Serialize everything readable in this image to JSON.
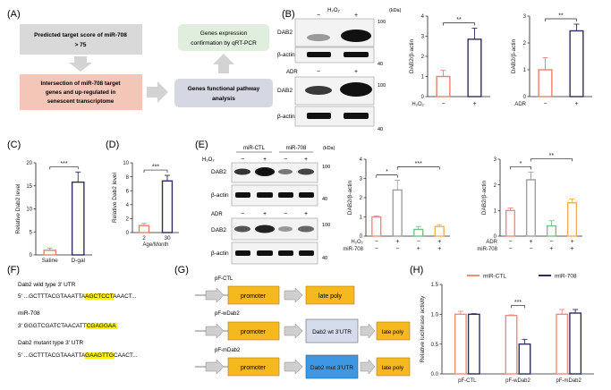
{
  "panel_labels": [
    "(A)",
    "(B)",
    "(C)",
    "(D)",
    "(E)",
    "(F)",
    "(G)",
    "(H)"
  ],
  "flow": {
    "box1": [
      "Predicted target score of miR-708",
      "> 75"
    ],
    "box2": [
      "Intersection of miR-708 target",
      "genes and up-regulated in",
      "senescent transcriptome"
    ],
    "box3": [
      "Genes functional pathway",
      "analysis"
    ],
    "box4": [
      "Genes expression",
      "confirmation by qRT-PCR"
    ]
  },
  "colors": {
    "control": "#e8826a",
    "treated": "#2e2e5e",
    "mir_ctl": "#f08d76",
    "mir708": "#2e2e5e",
    "box1": "#d9d9d9",
    "box2": "#f4c6b8",
    "box3": "#d5d8e2",
    "box4": "#dfeedd",
    "promoter": "#f5b81e",
    "wt_utr": "#d5dcec",
    "mut_utr": "#3e97e3",
    "highlight": "#fff200"
  },
  "blots": {
    "kda": "(kDa)",
    "h2o2": "H₂O₂",
    "adr": "ADR",
    "dab2": "DAB2",
    "actin": "β-actin",
    "marker_100": "100",
    "marker_40": "40",
    "mir_ctl": "miR-CTL",
    "mir708": "miR-708",
    "minus": "−",
    "plus": "+"
  },
  "sequences": {
    "title": "(F)",
    "wt_label": "Dab2  wild type 3' UTR",
    "wt_prefix": "5' ...GCTTTACGTAAATTA",
    "wt_site": "AGCTCCT",
    "wt_suffix": "AAACT...",
    "mir_label": "miR-708",
    "mir_prefix": "3'    GGGTCGATCTAACATT",
    "mir_site": "CGAGGAA",
    "mut_label": "Dab2  mutant type 3' UTR",
    "mut_prefix": "5' ...GCTTTACGTAAATTA",
    "mut_site": "GAAGTTG",
    "mut_suffix": "CAACT..."
  },
  "constructs": {
    "ctl_name": "pF-CTL",
    "wt_name": "pF-wDab2",
    "mut_name": "pF-mDab2",
    "promoter": "promoter",
    "late_poly": "late poly",
    "wt_utr": "Dab2 wt 3'UTR",
    "mut_utr": "Dab2 mut 3'UTR"
  },
  "chart_data": [
    {
      "id": "B1",
      "type": "bar",
      "categories": [
        "−",
        "+"
      ],
      "values": [
        1.0,
        2.85
      ],
      "errors": [
        0.3,
        0.55
      ],
      "ylabel": "DAB2/β-actin",
      "ylim": [
        0,
        4
      ],
      "yticks": [
        0,
        1,
        2,
        3,
        4
      ],
      "xlabel": "H₂O₂",
      "significance": "**"
    },
    {
      "id": "B2",
      "type": "bar",
      "categories": [
        "−",
        "+"
      ],
      "values": [
        1.0,
        2.45
      ],
      "errors": [
        0.45,
        0.25
      ],
      "ylabel": "DAB2/β-actin",
      "ylim": [
        0,
        3
      ],
      "yticks": [
        0,
        1,
        2,
        3
      ],
      "xlabel": "ADR",
      "significance": "**"
    },
    {
      "id": "C",
      "type": "bar",
      "categories": [
        "Saline",
        "D-gal"
      ],
      "values": [
        1.0,
        15.8
      ],
      "errors": [
        0.5,
        2.2
      ],
      "ylabel": "Relative Dab2 level",
      "ylim": [
        0,
        20
      ],
      "yticks": [
        0,
        5,
        10,
        15,
        20
      ],
      "significance": "***"
    },
    {
      "id": "D",
      "type": "bar",
      "categories": [
        "2",
        "30"
      ],
      "values": [
        1.0,
        7.4
      ],
      "errors": [
        0.3,
        0.8
      ],
      "ylabel": "Relative Dab2 level",
      "xlabel": "Age/Month",
      "ylim": [
        0,
        10
      ],
      "yticks": [
        0,
        2,
        4,
        6,
        8,
        10
      ],
      "significance": "***"
    },
    {
      "id": "E1",
      "type": "bar",
      "categories": [
        "1",
        "2",
        "3",
        "4"
      ],
      "values": [
        1.0,
        2.4,
        0.35,
        0.5
      ],
      "errors": [
        0.05,
        0.5,
        0.15,
        0.1
      ],
      "ylabel": "DAB2/β-actin",
      "ylim": [
        0,
        4
      ],
      "yticks": [
        0,
        1,
        2,
        3,
        4
      ],
      "conditions": [
        {
          "label": "H₂O₂",
          "values": [
            "−",
            "+",
            "−",
            "+"
          ]
        },
        {
          "label": "miR-708",
          "values": [
            "−",
            "−",
            "+",
            "+"
          ]
        }
      ],
      "significance": [
        {
          "from": 0,
          "to": 1,
          "text": "*"
        },
        {
          "from": 1,
          "to": 3,
          "text": "***"
        }
      ]
    },
    {
      "id": "E2",
      "type": "bar",
      "categories": [
        "1",
        "2",
        "3",
        "4"
      ],
      "values": [
        1.0,
        2.2,
        0.4,
        1.3
      ],
      "errors": [
        0.1,
        0.3,
        0.2,
        0.15
      ],
      "ylabel": "DAB2/β-actin",
      "ylim": [
        0,
        3
      ],
      "yticks": [
        0,
        1,
        2,
        3
      ],
      "conditions": [
        {
          "label": "ADR",
          "values": [
            "−",
            "+",
            "−",
            "+"
          ]
        },
        {
          "label": "miR-708",
          "values": [
            "−",
            "−",
            "+",
            "+"
          ]
        }
      ],
      "significance": [
        {
          "from": 0,
          "to": 1,
          "text": "*"
        },
        {
          "from": 1,
          "to": 3,
          "text": "**"
        }
      ]
    },
    {
      "id": "H",
      "type": "bar",
      "categories": [
        "pF-CTL",
        "pF-wDab2",
        "pF-mDab2"
      ],
      "series": [
        {
          "name": "miR-CTL",
          "values": [
            1.0,
            0.98,
            1.0
          ],
          "errors": [
            0.05,
            0.01,
            0.08
          ]
        },
        {
          "name": "miR-708",
          "values": [
            1.0,
            0.5,
            1.02
          ],
          "errors": [
            0.01,
            0.08,
            0.06
          ]
        }
      ],
      "ylabel": "Relative luciferase activity",
      "ylim": [
        0,
        1.5
      ],
      "yticks": [
        0.0,
        0.5,
        1.0,
        1.5
      ],
      "legend": "top",
      "significance": [
        {
          "category": 1,
          "text": "***"
        }
      ]
    }
  ]
}
